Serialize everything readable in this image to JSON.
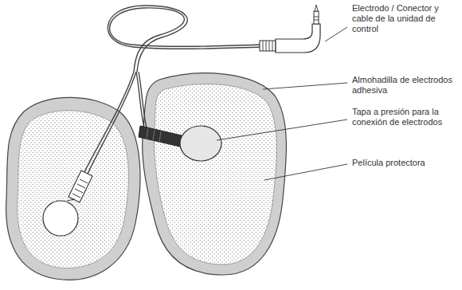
{
  "diagram": {
    "labels": [
      "Electrodo / Conector y cable de la unidad de control",
      "Almohadilla de electrodos adhesiva",
      "Tapa a presión para la conexión de electrodos",
      "Película protectora"
    ]
  }
}
